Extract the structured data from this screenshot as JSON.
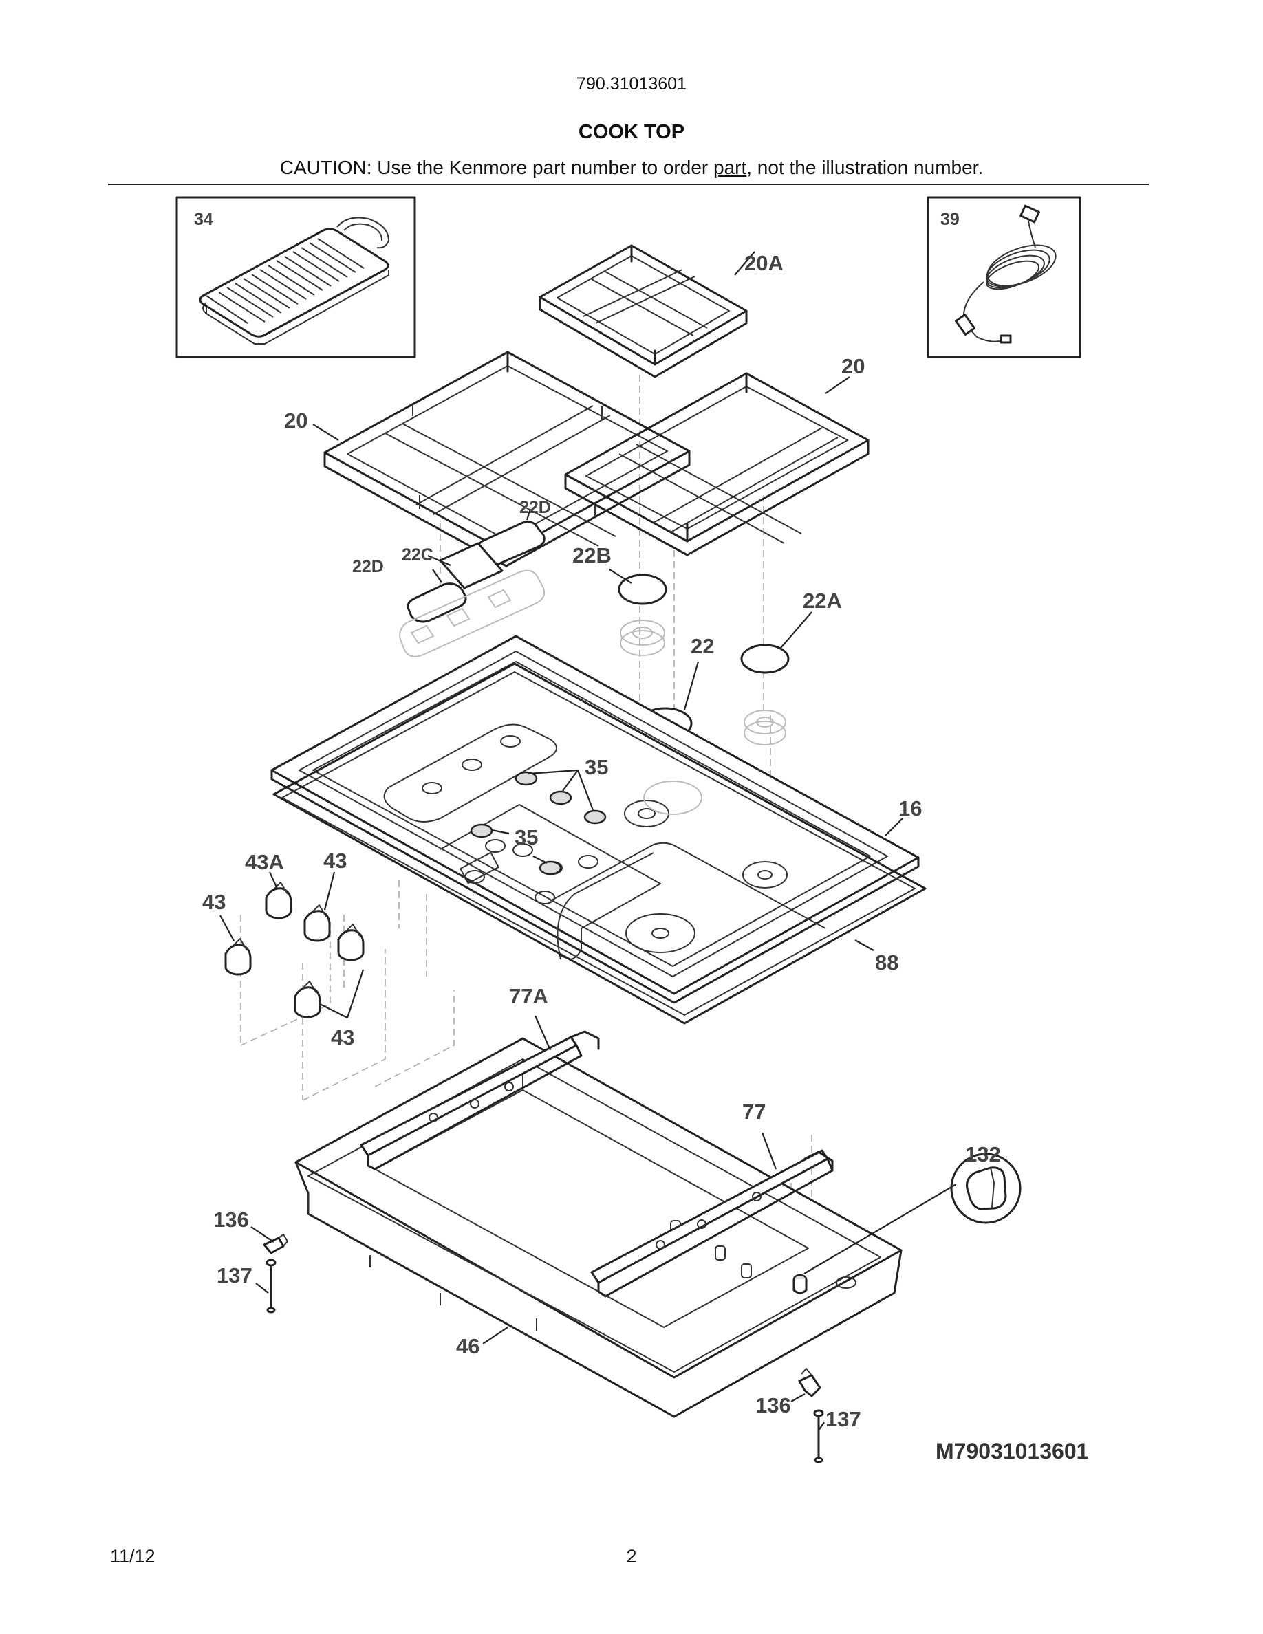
{
  "header": {
    "model_number": "790.31013601",
    "section_title": "COOK TOP",
    "caution_prefix": "CAUTION: Use the Kenmore part number to order ",
    "caution_underlined": "part",
    "caution_suffix": ", not the illustration number."
  },
  "callouts": {
    "grate_left": "20",
    "grate_right": "20",
    "grate_center": "20A",
    "griddle": "34",
    "power_cord": "39",
    "cap_22": "22",
    "cap_22a": "22A",
    "cap_22b": "22B",
    "cover_22c": "22C",
    "cover_22d_left": "22D",
    "cover_22d_top": "22D",
    "cooktop": "16",
    "gasket": "88",
    "grommet_upper": "35",
    "grommet_lower": "35",
    "knob_43a": "43A",
    "knob_43_top": "43",
    "knob_43_left": "43",
    "knob_43_bottom": "43",
    "bracket_77a": "77A",
    "bracket_77": "77",
    "clip_132": "132",
    "clip_136_left": "136",
    "screw_137_left": "137",
    "chassis_46": "46",
    "clip_136_right": "136",
    "screw_137_right": "137"
  },
  "footer": {
    "drawing_number": "M79031013601",
    "date": "11/12",
    "page_number": "2"
  }
}
